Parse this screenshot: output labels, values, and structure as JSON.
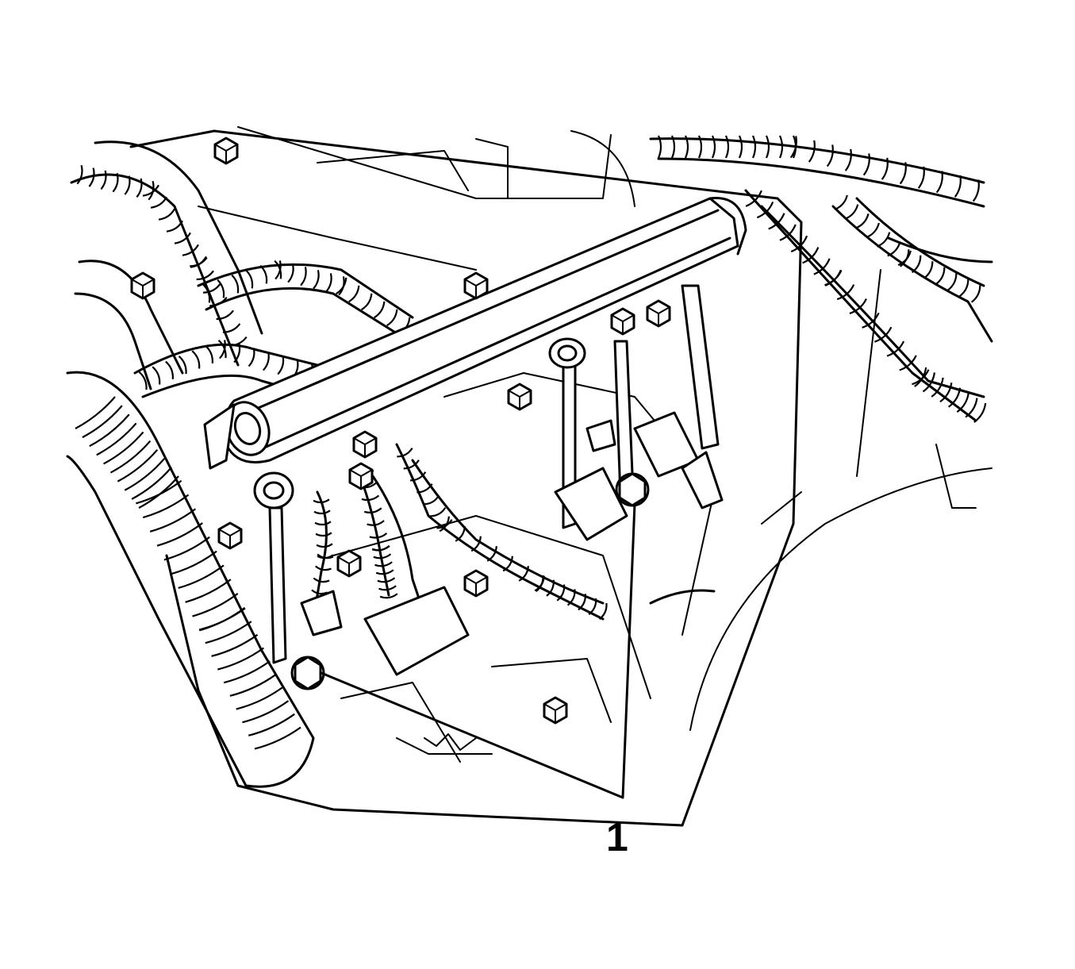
{
  "illustration": {
    "subject": "fuel-rail-assembly-line-drawing",
    "callouts": [
      {
        "label": "1",
        "points_to": [
          "fuel-rail-bracket-bolt-left",
          "fuel-rail-bracket-bolt-right"
        ]
      }
    ]
  },
  "colors": {
    "line": "#000000",
    "background": "#ffffff"
  }
}
